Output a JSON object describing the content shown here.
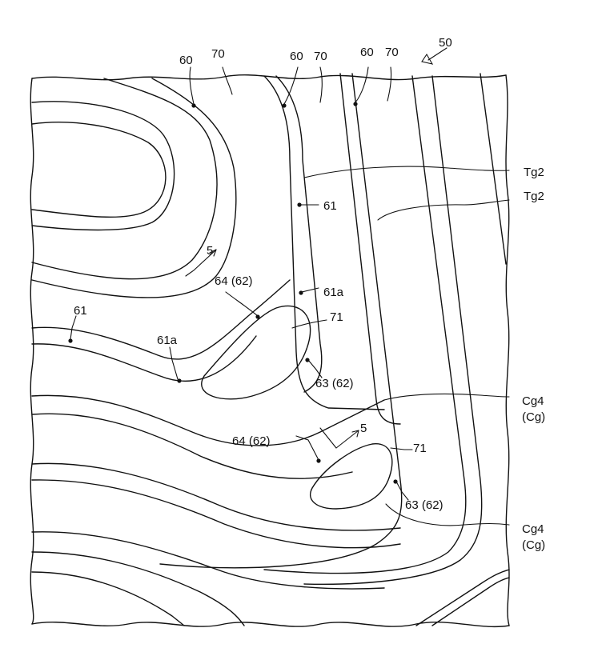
{
  "figure_ref": "50",
  "labels": {
    "l60a": "60",
    "l70a": "70",
    "l60b": "60",
    "l70b": "70",
    "l60c": "60",
    "l70c": "70",
    "tg2a": "Tg2",
    "tg2b": "Tg2",
    "l61_top": "61",
    "l61a_top": "61a",
    "l61_left": "61",
    "l61a_left": "61a",
    "l5_top": "5",
    "l64_top": "64 (62)",
    "l71_top": "71",
    "l63_top": "63 (62)",
    "cg4a": "Cg4",
    "cga": "(Cg)",
    "l5_bottom": "5",
    "l64_bottom": "64 (62)",
    "l71_bottom": "71",
    "l63_bottom": "63 (62)",
    "cg4b": "Cg4",
    "cgb": "(Cg)"
  }
}
